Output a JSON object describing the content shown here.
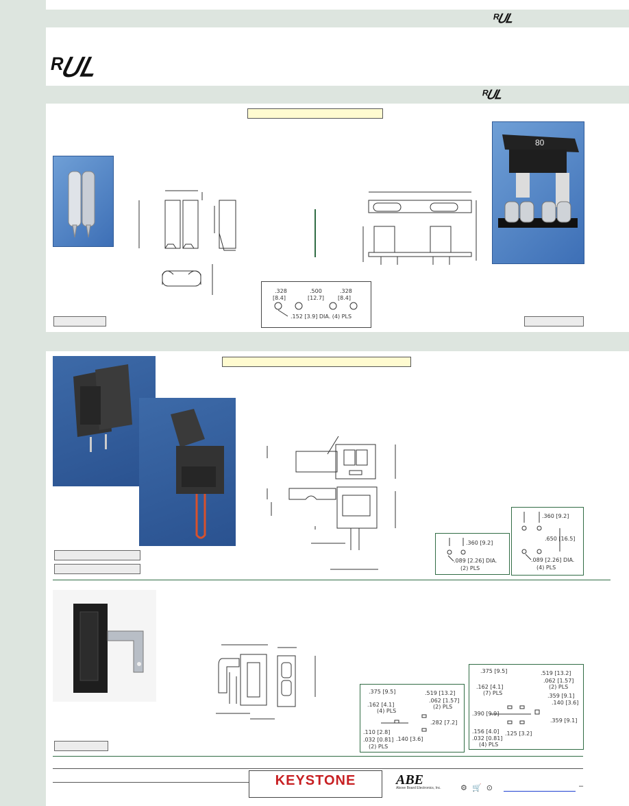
{
  "header": {
    "ul_logo_small": "ᴿ𝑈𝐿",
    "ul_logo_large": "ᴿ𝑈𝐿"
  },
  "section1": {
    "ul_logo": "ᴿ𝑈𝐿",
    "yellow_label": "",
    "left_label": "",
    "right_label": "",
    "fuse_text": "80",
    "hole_pattern": {
      "dim1": ".328",
      "dim1_mm": "[8.4]",
      "dim2": ".500",
      "dim2_mm": "[12.7]",
      "dim3": ".328",
      "dim3_mm": "[8.4]",
      "note": ".152 [3.9] DIA. (4) PLS"
    }
  },
  "section2": {
    "yellow_label": "",
    "label1": "",
    "label2": "",
    "pattern_a": {
      "dim": ".360 [9.2]",
      "note1": ".089 [2.26] DIA.",
      "note2": "(2) PLS"
    },
    "pattern_b": {
      "dim1": ".360 [9.2]",
      "dim2": ".650 [16.5]",
      "note1": ".089 [2.26] DIA.",
      "note2": "(4) PLS"
    }
  },
  "section3": {
    "label": "",
    "pattern_a": {
      "d1": ".375 [9.5]",
      "d2": ".519 [13.2]",
      "d3": ".162 [4.1]",
      "d3b": "(4) PLS",
      "d4": ".062 [1.57]",
      "d4b": "(2) PLS",
      "d5": ".282 [7.2]",
      "d6": ".110 [2.8]",
      "d7": ".032 [0.81]",
      "d7b": "(2) PLS",
      "d8": ".140 [3.6]"
    },
    "pattern_b": {
      "d1": ".375 [9.5]",
      "d2": ".519 [13.2]",
      "d3": ".162 [4.1]",
      "d3b": "(7) PLS",
      "d4": ".062 [1.57]",
      "d4b": "(2) PLS",
      "d5": ".359 [9.1]",
      "d6": ".140 [3.6]",
      "d7": ".390 [9.9]",
      "d8": ".359 [9.1]",
      "d9": ".156 [4.0]",
      "d10": ".032 [0.81]",
      "d10b": "(4) PLS",
      "d11": ".125 [3.2]"
    }
  },
  "footer": {
    "keystone": "KEYSTONE",
    "abe": "ABE",
    "abe_sub": "Above Board Electronics, Inc.",
    "icons": [
      "gear-icon",
      "cart-icon",
      "clock-icon"
    ],
    "dash": "–"
  }
}
